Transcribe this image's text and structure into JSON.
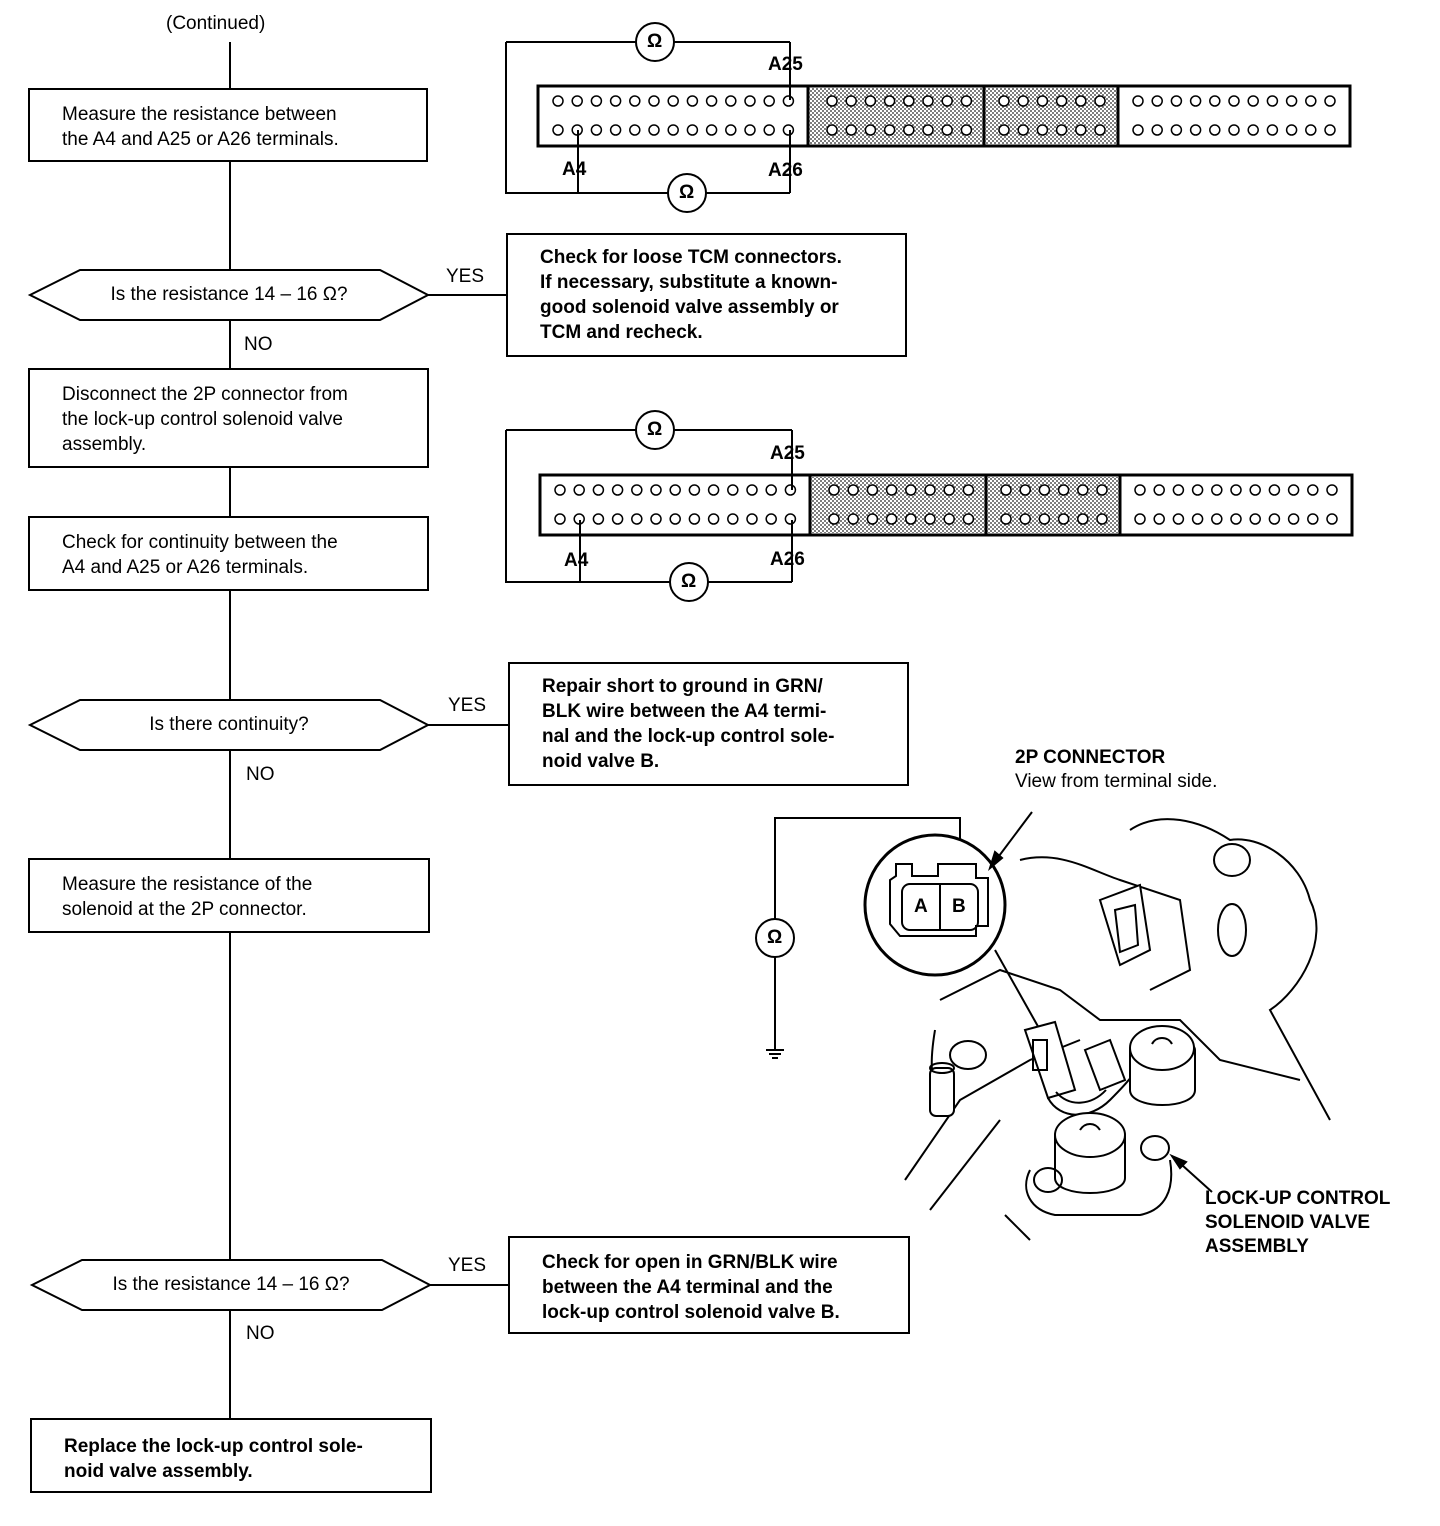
{
  "header": {
    "continued": "(Continued)"
  },
  "flow": {
    "step1": "Measure the resistance between\nthe A4 and A25 or A26 terminals.",
    "decision1": "Is the resistance 14 – 16 Ω?",
    "action1": "Check for loose TCM connectors.\nIf necessary, substitute a known-\ngood solenoid valve assembly or\nTCM and recheck.",
    "step2": "Disconnect the 2P connector from\nthe lock-up control solenoid valve\nassembly.",
    "step3": "Check for continuity between the\nA4 and A25 or A26 terminals.",
    "decision2": "Is there continuity?",
    "action2": "Repair short to ground in GRN/\nBLK wire between the A4 termi-\nnal and the lock-up control sole-\nnoid valve B.",
    "step4": "Measure the resistance of the\nsolenoid at the 2P connector.",
    "decision3": "Is the resistance 14 – 16 Ω?",
    "action3": "Check for open in GRN/BLK wire\nbetween the A4 terminal and the\nlock-up control solenoid valve B.",
    "final": "Replace the lock-up control sole-\nnoid valve assembly.",
    "yes": "YES",
    "no": "NO"
  },
  "connector_diagram": {
    "terminal_a25": "A25",
    "terminal_a4": "A4",
    "terminal_a26": "A26",
    "ohm_symbol": "Ω"
  },
  "solenoid_diagram": {
    "connector_title": "2P CONNECTOR",
    "connector_view": "View from terminal side.",
    "pin_a": "A",
    "pin_b": "B",
    "assembly_label": "LOCK-UP CONTROL\nSOLENOID VALVE\nASSEMBLY"
  }
}
